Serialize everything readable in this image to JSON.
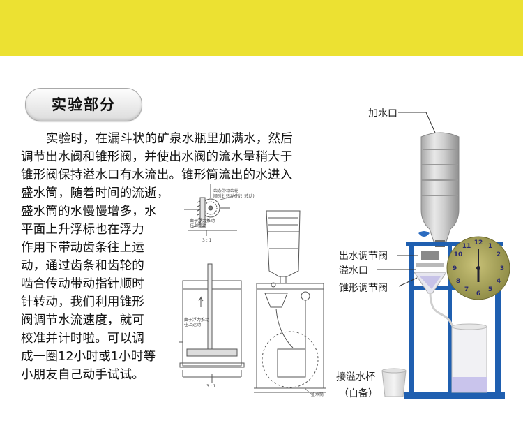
{
  "header": {
    "band_color": "#ece132"
  },
  "section": {
    "title": "实验部分"
  },
  "paragraph": {
    "lines": [
      "实验时，在漏斗状的矿泉水瓶里加满水，然后",
      "调节出水阀和锥形阀，并使出水阀的流水量稍大于",
      "锥形阀保持溢水口有水流出。锥形筒流出的水进入",
      "盛水筒，随着时间的流逝，",
      "盛水筒的水慢慢增多，水",
      "平面上升浮标也在浮力",
      "作用下带动齿条往上运",
      "动，通过齿条和齿轮的",
      "啮合传动带动指针顺时",
      "针转动，我们利用锥形",
      "阀调节水流速度，就可",
      "校准并计时啦。可以调",
      "成一圈12小时或1小时等",
      "小朋友自己动手试试。"
    ]
  },
  "sketch_labels": {
    "gear_note_1": "齿条带动齿轮",
    "gear_note_2": "顺时针转动(指针转动)",
    "float_note_1": "由于浮力推动",
    "float_note_2": "往上运动",
    "side_note_1": "由于浮力推动",
    "side_note_2": "往上运动",
    "scale_1": "3 : 1",
    "scale_2": "3 : 1",
    "bottom_note": "盛水筒"
  },
  "photo_callouts": {
    "inlet": "加水口",
    "outlet_valve": "出水调节阀",
    "overflow": "溢水口",
    "cone_valve": "锥形调节阀",
    "overflow_cup_1": "接溢水杯",
    "overflow_cup_2": "（自备）"
  },
  "clock_face": {
    "numerals": [
      "12",
      "1",
      "2",
      "3",
      "4",
      "5",
      "6",
      "7",
      "8",
      "9",
      "10",
      "11"
    ]
  }
}
